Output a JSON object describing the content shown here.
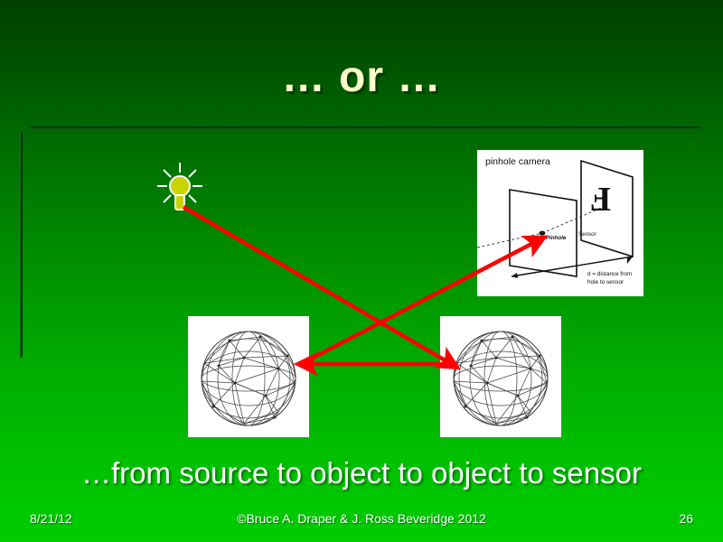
{
  "slide": {
    "title": "… or …",
    "caption": "…from source to object to object to sensor",
    "background_top_color": "#003f00",
    "background_bottom_color": "#00cc00",
    "title_color": "#ffffcc",
    "caption_color": "#ffffff",
    "arrow_color": "#ff0000"
  },
  "footer": {
    "date": "8/21/12",
    "copyright": "©Bruce A. Draper & J. Ross Beveridge 2012",
    "page_number": "26"
  },
  "figures": {
    "pinhole_camera": {
      "title_label": "pinhole camera",
      "pinhole_label": "Pinhole",
      "sensor_label": "Sensor",
      "distance_label_line1": "d = distance from",
      "distance_label_line2": "hole to sensor",
      "sensor_glyph": "F"
    },
    "sphere_left": {
      "alt": "wireframe triangulated sphere"
    },
    "sphere_right": {
      "alt": "wireframe triangulated sphere"
    },
    "light_source": {
      "alt": "light bulb source",
      "bulb_color": "#c8d400"
    }
  },
  "light_paths": [
    {
      "name": "source-to-object",
      "from": "light source",
      "to": "right sphere"
    },
    {
      "name": "object-to-object",
      "from": "right sphere",
      "to": "left sphere"
    },
    {
      "name": "object-to-sensor",
      "from": "left sphere",
      "to": "pinhole"
    }
  ]
}
